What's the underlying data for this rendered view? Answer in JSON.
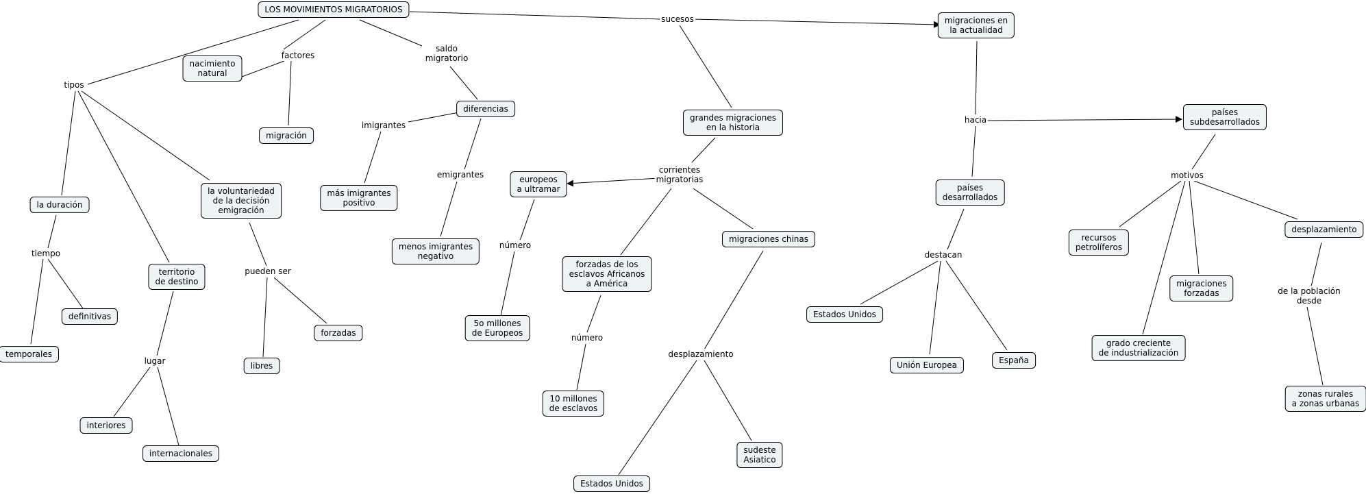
{
  "concepts": [
    {
      "id": "root",
      "text": "LOS MOVIMIENTOS MIGRATORIOS"
    },
    {
      "id": "nacimiento",
      "text": "nacimiento\nnatural"
    },
    {
      "id": "migracion",
      "text": "migración"
    },
    {
      "id": "diferencias",
      "text": "diferencias"
    },
    {
      "id": "masinm",
      "text": "más imigrantes\npositivo"
    },
    {
      "id": "menosinm",
      "text": "menos imigrantes\nnegativo"
    },
    {
      "id": "duracion",
      "text": "la duración"
    },
    {
      "id": "definitivas",
      "text": "definitivas"
    },
    {
      "id": "temporales",
      "text": "temporales"
    },
    {
      "id": "territorio",
      "text": "territorio\nde destino"
    },
    {
      "id": "interiores",
      "text": "interiores"
    },
    {
      "id": "internacionales",
      "text": "internacionales"
    },
    {
      "id": "voluntariedad",
      "text": "la voluntariedad\nde la decisión\nemigración"
    },
    {
      "id": "libres",
      "text": "libres"
    },
    {
      "id": "forzadas",
      "text": "forzadas"
    },
    {
      "id": "grandes",
      "text": "grandes migraciones\nen la historia"
    },
    {
      "id": "europeos",
      "text": "europeos\na ultramar"
    },
    {
      "id": "cincuenta",
      "text": "5o millones\nde Europeos"
    },
    {
      "id": "esclavos",
      "text": "forzadas de los\nesclavos Africanos\na América"
    },
    {
      "id": "diezmill",
      "text": "10 millones\nde esclavos"
    },
    {
      "id": "chinas",
      "text": "migraciones chinas"
    },
    {
      "id": "eeuu1",
      "text": "Estados Unidos"
    },
    {
      "id": "sudeste",
      "text": "sudeste\nAsiatico"
    },
    {
      "id": "actualidad",
      "text": "migraciones en\nla actualidad"
    },
    {
      "id": "desarrollados",
      "text": "países\ndesarrollados"
    },
    {
      "id": "eeuu2",
      "text": "Estados Unidos"
    },
    {
      "id": "ue",
      "text": "Unión Europea"
    },
    {
      "id": "espana",
      "text": "España"
    },
    {
      "id": "subdes",
      "text": "países\nsubdesarrollados"
    },
    {
      "id": "recursos",
      "text": "recursos\npetrolíferos"
    },
    {
      "id": "migforz",
      "text": "migraciones\nforzadas"
    },
    {
      "id": "grado",
      "text": "grado creciente\nde industrialización"
    },
    {
      "id": "desplaz2",
      "text": "desplazamiento"
    },
    {
      "id": "zonas",
      "text": "zonas rurales\na zonas urbanas"
    }
  ],
  "phrases": [
    {
      "id": "tipos",
      "text": "tipos"
    },
    {
      "id": "factores",
      "text": "factores"
    },
    {
      "id": "saldo",
      "text": "saldo\nmigratorio"
    },
    {
      "id": "sucesos",
      "text": "sucesos"
    },
    {
      "id": "imigrantes",
      "text": "imigrantes"
    },
    {
      "id": "emigrantes",
      "text": "emigrantes"
    },
    {
      "id": "tiempo",
      "text": "tiempo"
    },
    {
      "id": "lugar",
      "text": "lugar"
    },
    {
      "id": "pueden",
      "text": "pueden ser"
    },
    {
      "id": "corrientes",
      "text": "corrientes\nmigratorias"
    },
    {
      "id": "numero1",
      "text": "número"
    },
    {
      "id": "numero2",
      "text": "número"
    },
    {
      "id": "desplaz1",
      "text": "desplazamiento"
    },
    {
      "id": "hacia",
      "text": "hacia"
    },
    {
      "id": "destacan",
      "text": "destacan"
    },
    {
      "id": "motivos",
      "text": "motivos"
    },
    {
      "id": "delapob",
      "text": "de la población\ndesde"
    }
  ]
}
